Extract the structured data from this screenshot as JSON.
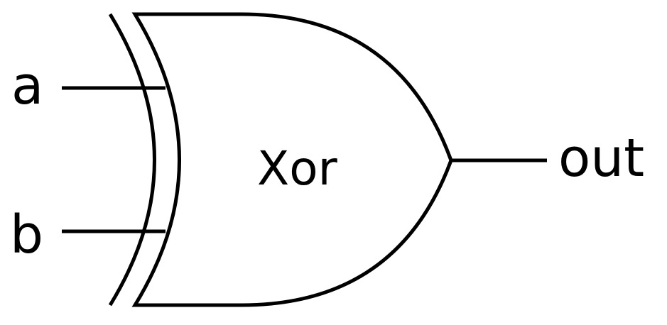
{
  "gate": {
    "type_label": "Xor"
  },
  "inputs": [
    {
      "label": "a"
    },
    {
      "label": "b"
    }
  ],
  "output": {
    "label": "out"
  },
  "colors": {
    "stroke": "#000000",
    "background": "#ffffff"
  }
}
